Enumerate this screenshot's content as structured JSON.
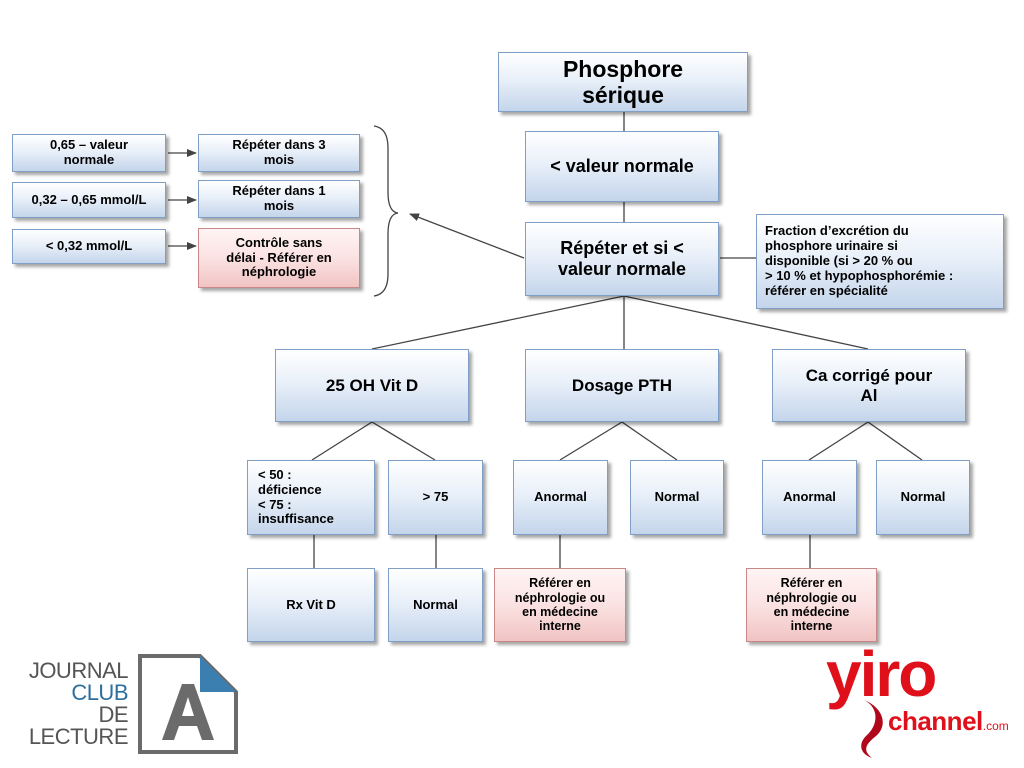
{
  "diagram": {
    "root": "Phosphore\nsérique",
    "below_normal": "< valeur normale",
    "repeat": "Répéter et si <\nvaleur normale",
    "excretion_note": "Fraction d’excrétion du\nphosphore urinaire si\ndisponible (si > 20 % ou\n> 10 % et hypophosphorémie :\nréférer en spécialité",
    "ranges": [
      {
        "range": "0,65 – valeur\nnormale",
        "action": "Répéter dans 3\nmois"
      },
      {
        "range": "0,32 – 0,65 mmol/L",
        "action": "Répéter dans 1\nmois"
      },
      {
        "range": "< 0,32 mmol/L",
        "action": "Contrôle sans\ndélai - Référer en\nnéphrologie"
      }
    ],
    "branches": {
      "vitd": {
        "title": "25 OH Vit D",
        "low": "< 50 :\ndéficience\n< 75 :\ninsuffisance",
        "high": "> 75",
        "low_result": "Rx Vit D",
        "high_result": "Normal"
      },
      "pth": {
        "title": "Dosage PTH",
        "abnormal": "Anormal",
        "normal": "Normal",
        "abnormal_result": "Référer en\nnéphrologie ou\nen médecine\ninterne"
      },
      "ca": {
        "title": "Ca corrigé pour\nAl",
        "abnormal": "Anormal",
        "normal": "Normal",
        "abnormal_result": "Référer en\nnéphrologie ou\nen médecine\ninterne"
      }
    }
  },
  "logos": {
    "journal_club": [
      "JOURNAL",
      "CLUB",
      "DE",
      "LECTURE"
    ],
    "yiro_main": "yiro",
    "yiro_sub": "channel",
    "yiro_domain": ".com"
  },
  "colors": {
    "box_border": "#7f9fc6",
    "pink_border": "#c98888",
    "yiro_red": "#e0101b",
    "club_blue": "#2e6f9e"
  }
}
